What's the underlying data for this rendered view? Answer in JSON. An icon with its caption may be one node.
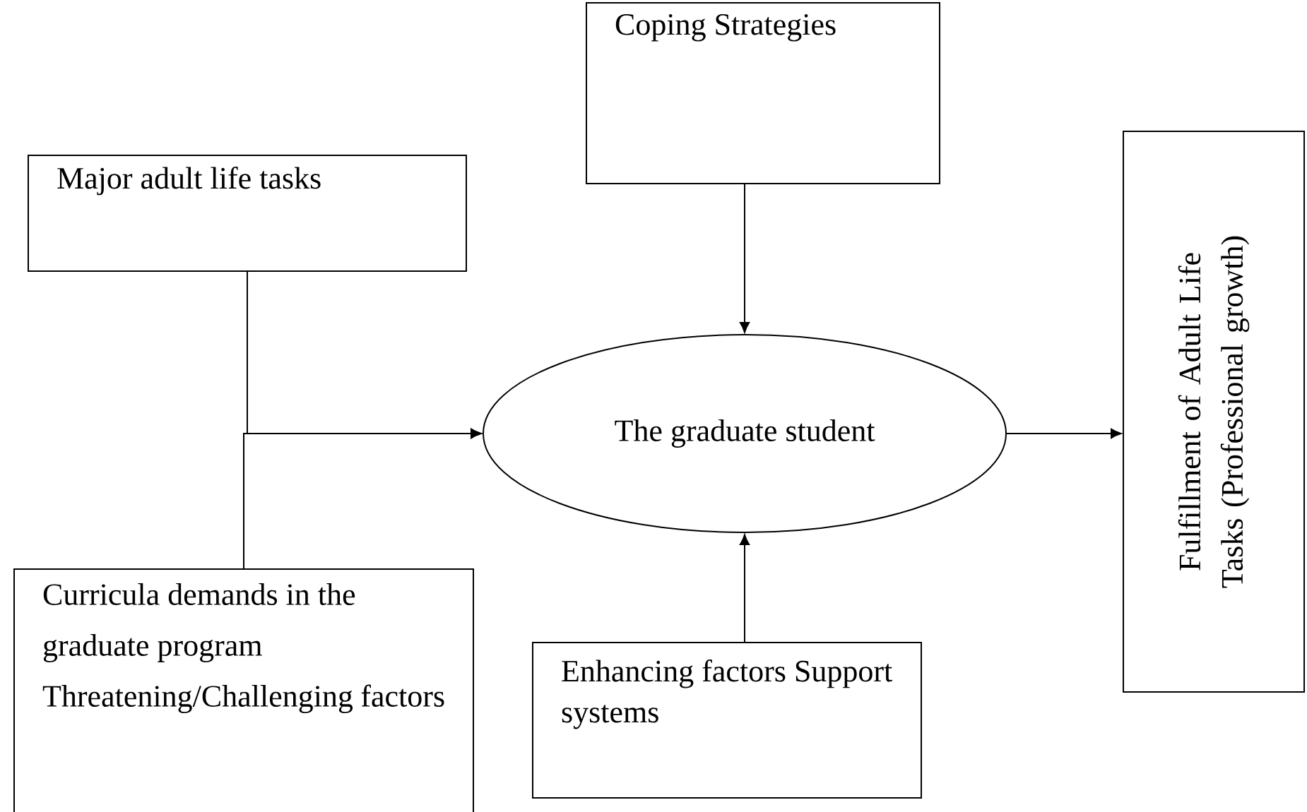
{
  "diagram": {
    "nodes": [
      {
        "text": [
          "Major adult life tasks"
        ]
      },
      {
        "text": [
          "Coping Strategies"
        ]
      },
      {
        "text": [
          "Curricula demands in the graduate program Threatening/Challenging factors"
        ]
      },
      {
        "text": [
          "The graduate student"
        ]
      },
      {
        "text": [
          "Enhancing factors Support systems"
        ]
      },
      {
        "text": [
          "Fulfillment of Adult Life Tasks (Professional growth)"
        ]
      }
    ],
    "edges": [
      {
        "from": 0,
        "to": 3,
        "arrow": "to"
      },
      {
        "from": 2,
        "to": 3,
        "arrow": "to"
      },
      {
        "from": 1,
        "to": 3,
        "arrow": "to"
      },
      {
        "from": 4,
        "to": 3,
        "arrow": "to"
      },
      {
        "from": 3,
        "to": 5,
        "arrow": "to"
      }
    ]
  }
}
